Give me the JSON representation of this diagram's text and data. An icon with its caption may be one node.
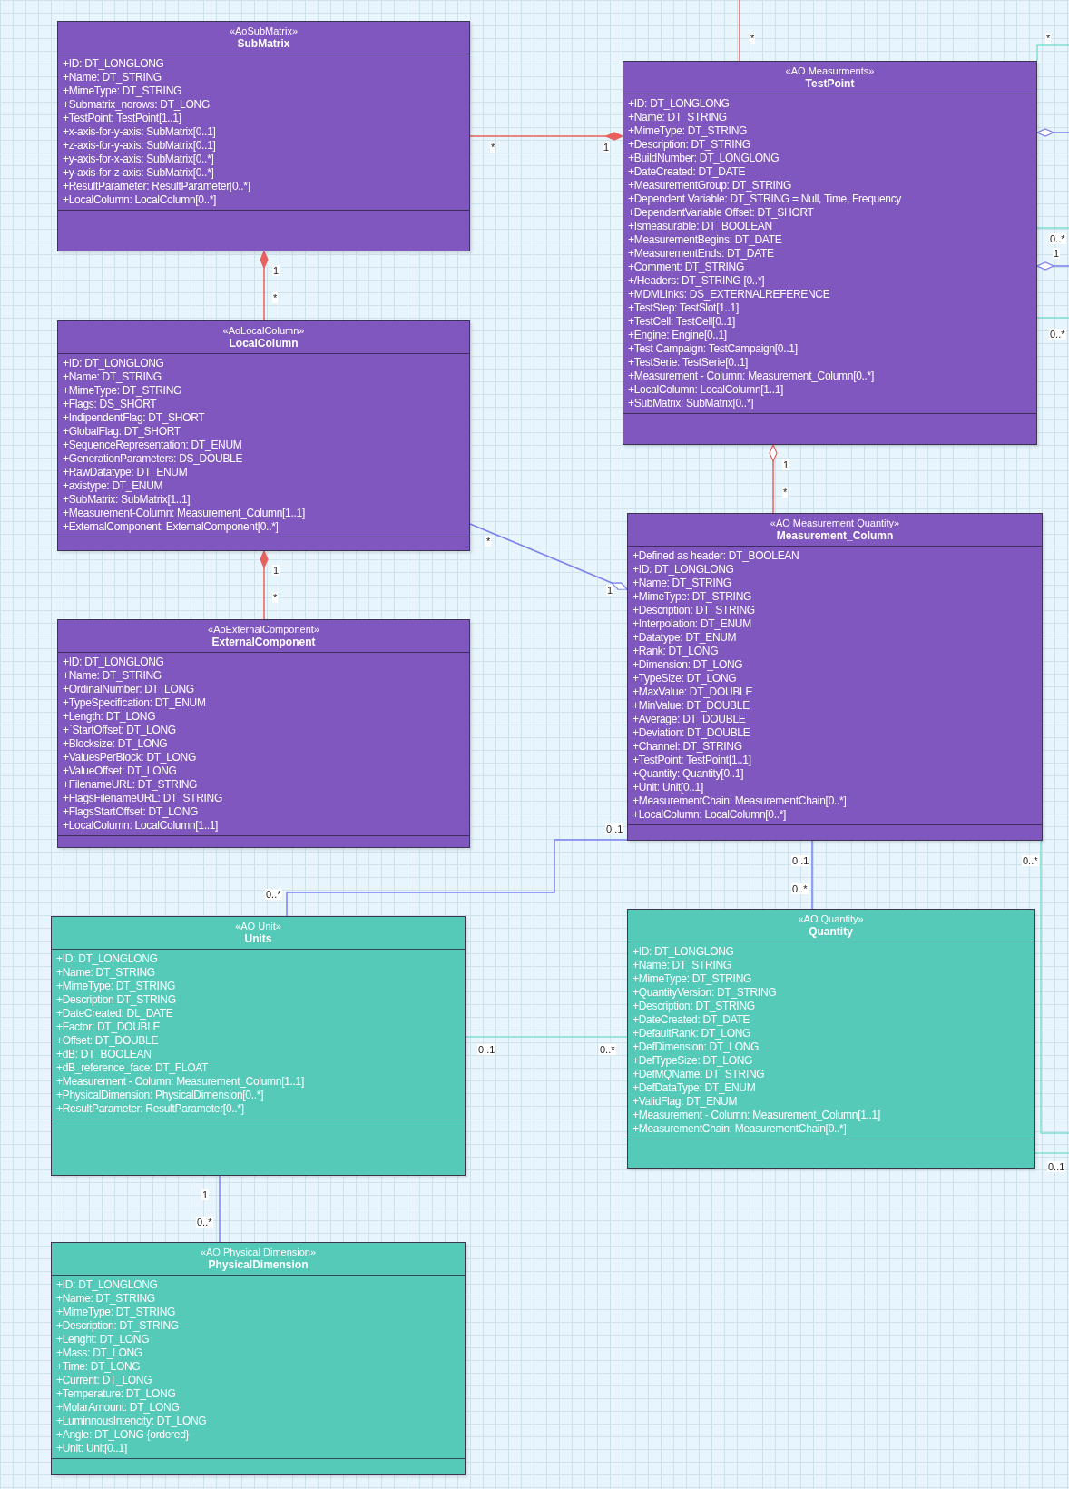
{
  "diagram": {
    "nodes": [
      {
        "text": [
          "«AoSubMatrix»",
          "SubMatrix",
          "+ID: DT_LONGLONG",
          "+Name: DT_STRING",
          "+MimeType: DT_STRING",
          "+Submatrix_norows: DT_LONG",
          "+TestPoint: TestPoint[1..1]",
          "+x-axis-for-y-axis: SubMatrix[0..1]",
          "+z-axis-for-y-axis: SubMatrix[0..1]",
          "+y-axis-for-x-axis: SubMatrix[0..*]",
          "+y-axis-for-z-axis: SubMatrix[0..*]",
          "+ResultParameter: ResultParameter[0..*]",
          "+LocalColumn: LocalColumn[0..*]"
        ]
      },
      {
        "text": [
          "«AO Measurments»",
          "TestPoint",
          "+ID: DT_LONGLONG",
          "+Name: DT_STRING",
          "+MimeType: DT_STRING",
          "+Description: DT_STRING",
          "+BuildNumber: DT_LONGLONG",
          "+DateCreated: DT_DATE",
          "+MeasurementGroup: DT_STRING",
          "+Dependent Variable: DT_STRING = Null, Time, Frequency",
          "+DependentVariable Offset: DT_SHORT",
          "+Ismeasurable: DT_BOOLEAN",
          "+MeasurementBegins: DT_DATE",
          "+MeasurementEnds: DT_DATE",
          "+Comment: DT_STRING",
          "+/Headers: DT_STRING [0..*]",
          "+MDMLInks: DS_EXTERNALREFERENCE",
          "+TestStep: TestSlot[1..1]",
          "+TestCell: TestCell[0..1]",
          "+Engine: Engine[0..1]",
          "+Test Campaign: TestCampaign[0..1]",
          "+TestSerie: TestSerie[0..1]",
          "+Measurement - Column: Measurement_Column[0..*]",
          "+LocalColumn: LocalColumn[1..1]",
          "+SubMatrix: SubMatrix[0..*]"
        ]
      },
      {
        "text": [
          "«AoLocalColumn»",
          "LocalColumn",
          "+ID: DT_LONGLONG",
          "+Name: DT_STRING",
          "+MimeType: DT_STRING",
          "+Flags: DS_SHORT",
          "+IndipendentFlag: DT_SHORT",
          "+GlobalFlag: DT_SHORT",
          "+SequenceRepresentation: DT_ENUM",
          "+GenerationParameters: DS_DOUBLE",
          "+RawDatatype: DT_ENUM",
          "+axistype: DT_ENUM",
          "+SubMatrix: SubMatrix[1..1]",
          "+Measurement-Column: Measurement_Column[1..1]",
          "+ExternalComponent: ExternalComponent[0..*]"
        ]
      },
      {
        "text": [
          "«AO Measurement Quantity»",
          "Measurement_Column",
          "+Defined as header: DT_BOOLEAN",
          "+ID: DT_LONGLONG",
          "+Name: DT_STRING",
          "+MimeType: DT_STRING",
          "+Description: DT_STRING",
          "+Interpolation: DT_ENUM",
          "+Datatype: DT_ENUM",
          "+Rank: DT_LONG",
          "+Dimension: DT_LONG",
          "+TypeSize: DT_LONG",
          "+MaxValue: DT_DOUBLE",
          "+MinValue: DT_DOUBLE",
          "+Average: DT_DOUBLE",
          "+Deviation: DT_DOUBLE",
          "+Channel: DT_STRING",
          "+TestPoint: TestPoint[1..1]",
          "+Quantity: Quantity[0..1]",
          "+Unit: Unit[0..1]",
          "+MeasurementChain: MeasurementChain[0..*]",
          "+LocalColumn: LocalColumn[0..*]"
        ]
      },
      {
        "text": [
          "«AoExternalComponent»",
          "ExternalComponent",
          "+ID: DT_LONGLONG",
          "+Name: DT_STRING",
          "+OrdinalNumber: DT_LONG",
          "+TypeSpecification: DT_ENUM",
          "+Length: DT_LONG",
          "+`StartOffset: DT_LONG",
          "+Blocksize: DT_LONG",
          "+ValuesPerBlock: DT_LONG",
          "+ValueOffset: DT_LONG",
          "+FilenameURL: DT_STRING",
          "+FlagsFilenameURL: DT_STRING",
          "+FlagsStartOffset: DT_LONG",
          "+LocalColumn: LocalColumn[1..1]"
        ]
      },
      {
        "text": [
          "«AO Unit»",
          "Units",
          "+ID: DT_LONGLONG",
          "+Name: DT_STRING",
          "+MimeType: DT_STRING",
          "+Description DT_STRING",
          "+DateCreated: DL_DATE",
          "+Factor: DT_DOUBLE",
          "+Offset: DT_DOUBLE",
          "+dB: DT_BOOLEAN",
          "+dB_reference_face: DT_FLOAT",
          "+Measurement - Column: Measurement_Column[1..1]",
          "+PhysicalDimension: PhysicalDimension[0..*]",
          "+ResultParameter: ResultParameter[0..*]"
        ]
      },
      {
        "text": [
          "«AO Quantity»",
          "Quantity",
          "+ID: DT_LONGLONG",
          "+Name: DT_STRING",
          "+MimeType: DT_STRING",
          "+QuantityVersion: DT_STRING",
          "+Description: DT_STRING",
          "+DateCreated: DT_DATE",
          "+DefaultRank: DT_LONG",
          "+DefDimension: DT_LONG",
          "+DefTypeSize: DT_LONG",
          "+DefMQName: DT_STRING",
          "+DefDataType: DT_ENUM",
          "+ValidFlag: DT_ENUM",
          "+Measurement - Column: Measurement_Column[1..1]",
          "+MeasurementChain: MeasurementChain[0..*]"
        ]
      },
      {
        "text": [
          "«AO Physical Dimension»",
          "PhysicalDimension",
          "+ID: DT_LONGLONG",
          "+Name: DT_STRING",
          "+MimeType: DT_STRING",
          "+Description: DT_STRING",
          "+Lenght: DT_LONG",
          "+Mass: DT_LONG",
          "+Time: DT_LONG",
          "+Current: DT_LONG",
          "+Temperature: DT_LONG",
          "+MolarAmount: DT_LONG",
          "+LuminnousIntencity: DT_LONG",
          "+Angle: DT_LONG {ordered}",
          "+Unit: Unit[0..1]"
        ]
      }
    ],
    "edges": [
      {
        "from": 0,
        "to": 1,
        "arrow": "other",
        "color": "#e8605e"
      },
      {
        "from": 2,
        "to": 0,
        "arrow": "other",
        "color": "#e8605e"
      },
      {
        "from": 4,
        "to": 2,
        "arrow": "other",
        "color": "#e8605e"
      },
      {
        "from": 2,
        "to": 3,
        "arrow": "other",
        "color": "#7b80f0"
      },
      {
        "from": 3,
        "to": 1,
        "arrow": "other",
        "color": "#e8605e"
      },
      {
        "from": 3,
        "to": 5,
        "arrow": "none",
        "color": "#7b80f0"
      },
      {
        "from": 3,
        "to": 6,
        "arrow": "none",
        "color": "#7b80f0"
      },
      {
        "from": 5,
        "to": 6,
        "arrow": "none",
        "color": "#7fded3"
      },
      {
        "from": 5,
        "to": 7,
        "arrow": "none",
        "color": "#7b80f0"
      },
      {
        "from": null,
        "to": 1,
        "arrow": "none",
        "color": "#e8605e"
      },
      {
        "from": null,
        "to": 1,
        "arrow": "none",
        "color": "#7fded3"
      },
      {
        "from": null,
        "to": 1,
        "arrow": "other",
        "color": "#7b80f0"
      },
      {
        "from": null,
        "to": 1,
        "arrow": "none",
        "label": "0..*",
        "color": "#7fded3"
      },
      {
        "from": null,
        "to": 1,
        "arrow": "other",
        "color": "#7b80f0"
      },
      {
        "from": null,
        "to": 1,
        "arrow": "none",
        "color": "#7fded3"
      },
      {
        "from": 3,
        "to": null,
        "arrow": "none",
        "color": "#7fded3"
      },
      {
        "from": 6,
        "to": null,
        "arrow": "none",
        "label": "0..1",
        "color": "#7fded3"
      }
    ],
    "labels": [
      "*",
      "*",
      "*",
      "1",
      "1",
      "1",
      "*",
      "0..*",
      "1",
      "*",
      "*",
      "1",
      "1",
      "*",
      "0..1",
      "0..1",
      "0..*",
      "0..*",
      "0..*",
      "0..1",
      "0..*",
      "1",
      "0..*"
    ]
  }
}
